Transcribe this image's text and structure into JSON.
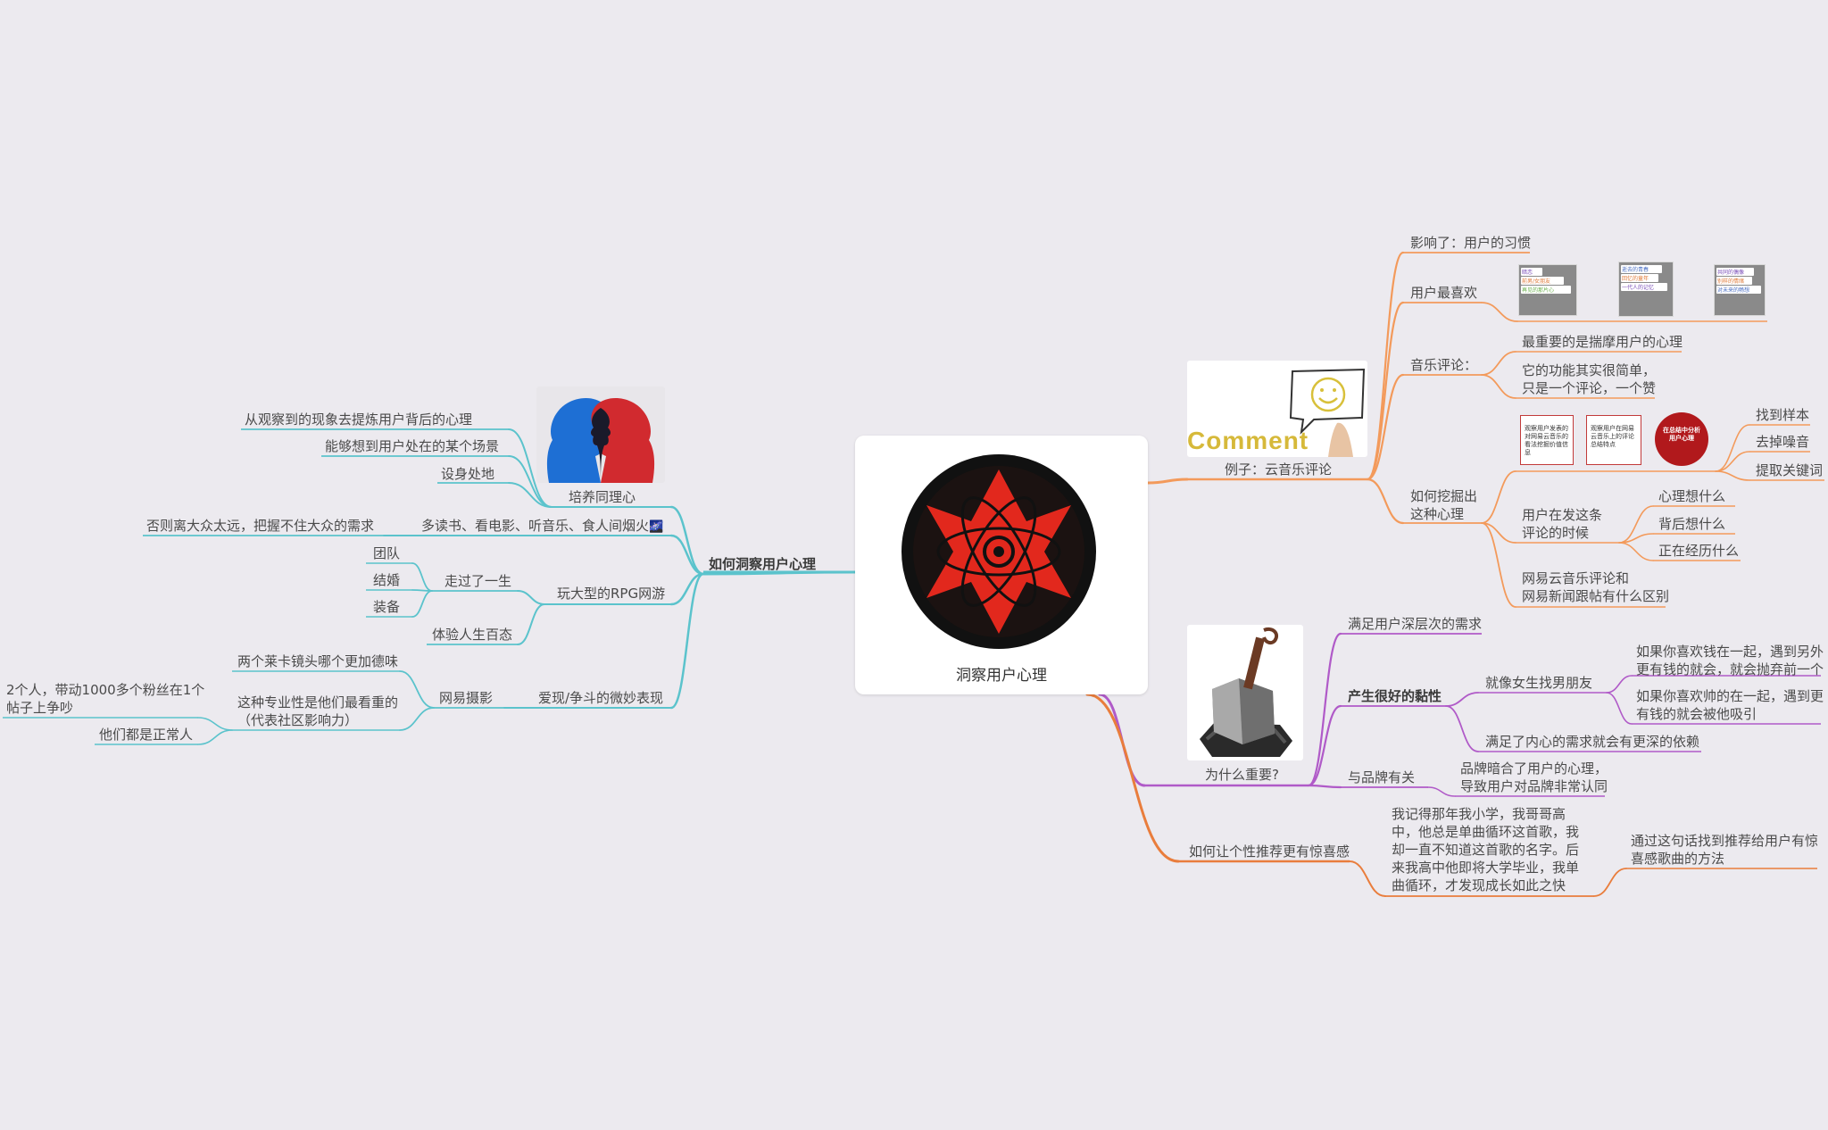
{
  "colors": {
    "teal": "#5bc3cc",
    "orange": "#f39a5b",
    "purple": "#b05ac8",
    "orange_dark": "#e97d3c"
  },
  "center": {
    "title": "洞察用户心理",
    "icon": "sharingan-star-icon"
  },
  "left": {
    "main": "如何洞察用户心理",
    "empathy": {
      "label": "培养同理心",
      "icon": "two-faces-icon",
      "items": [
        "从观察到的现象去提炼用户背后的心理",
        "能够想到用户处在的某个场景",
        "设身处地"
      ]
    },
    "reading": {
      "label": "多读书、看电影、听音乐、食人间烟火",
      "emoji": "🌌",
      "child": "否则离大众太远，把握不住大众的需求"
    },
    "rpg": {
      "label": "玩大型的RPG网游",
      "life": {
        "label": "走过了一生",
        "items": [
          "团队",
          "结婚",
          "装备"
        ]
      },
      "experience": "体验人生百态"
    },
    "love": {
      "label": "爱现/争斗的微妙表现",
      "photo": {
        "label": "网易摄影",
        "leica": "两个莱卡镜头哪个更加德味",
        "pro_l1": "这种专业性是他们最看重的",
        "pro_l2": "（代表社区影响力）",
        "fans_l1": "2个人，带动1000多个粉丝在1个",
        "fans_l2": "帖子上争吵",
        "normal": "他们都是正常人"
      }
    }
  },
  "right": {
    "example": {
      "label": "例子：云音乐评论",
      "comment_word": "Comment",
      "icon": "smiley-speech-bubble-icon",
      "habit": "影响了：用户的习惯",
      "favorite": "用户最喜欢",
      "fav_thumbs": [
        [
          "暗恋",
          "前男/女朋友",
          "再见的那片心"
        ],
        [
          "逝去的青春",
          "回忆的童年",
          "一代人的记忆"
        ],
        [
          "共同的偶像",
          "别样的情绪",
          "对未来的畅想"
        ]
      ],
      "music_comment": "音乐评论：",
      "mc_items": [
        "最重要的是揣摩用户的心理",
        "它的功能其实很简单，",
        "只是一个评论，一个赞"
      ],
      "dig_l1": "如何挖掘出",
      "dig_l2": "这种心理",
      "dig_thumbs": [
        "观察用户发表的对网易云音乐的看法挖掘价值信息",
        "观察用户在网易云音乐上的评论总结特点",
        "在总结中分析用户心理"
      ],
      "dig_items": [
        "找到样本",
        "去掉噪音",
        "提取关键词"
      ],
      "posting_l1": "用户在发这条",
      "posting_l2": "评论的时候",
      "posting_items": [
        "心理想什么",
        "背后想什么",
        "正在经历什么"
      ],
      "diff_l1": "网易云音乐评论和",
      "diff_l2": "网易新闻跟帖有什么区别"
    },
    "why": {
      "label": "为什么重要?",
      "icon": "thor-hammer-icon",
      "deep_needs": "满足用户深层次的需求",
      "sticky": "产生很好的黏性",
      "bf": "就像女生找男朋友",
      "money_l1": "如果你喜欢钱在一起，遇到另外",
      "money_l2": "更有钱的就会，就会抛弃前一个",
      "handsome_l1": "如果你喜欢帅的在一起，遇到更",
      "handsome_l2": "有钱的就会被他吸引",
      "inner": "满足了内心的需求就会有更深的依赖",
      "brand": "与品牌有关",
      "brand_l1": "品牌暗合了用户的心理，",
      "brand_l2": "导致用户对品牌非常认同"
    },
    "surprise": {
      "label": "如何让个性推荐更有惊喜感",
      "story": "我记得那年我小学，我哥哥高中，他总是单曲循环这首歌，我却一直不知道这首歌的名字。后来我高中他即将大学毕业，我单曲循环，才发现成长如此之快",
      "method_l1": "通过这句话找到推荐给用户有惊",
      "method_l2": "喜感歌曲的方法"
    }
  }
}
